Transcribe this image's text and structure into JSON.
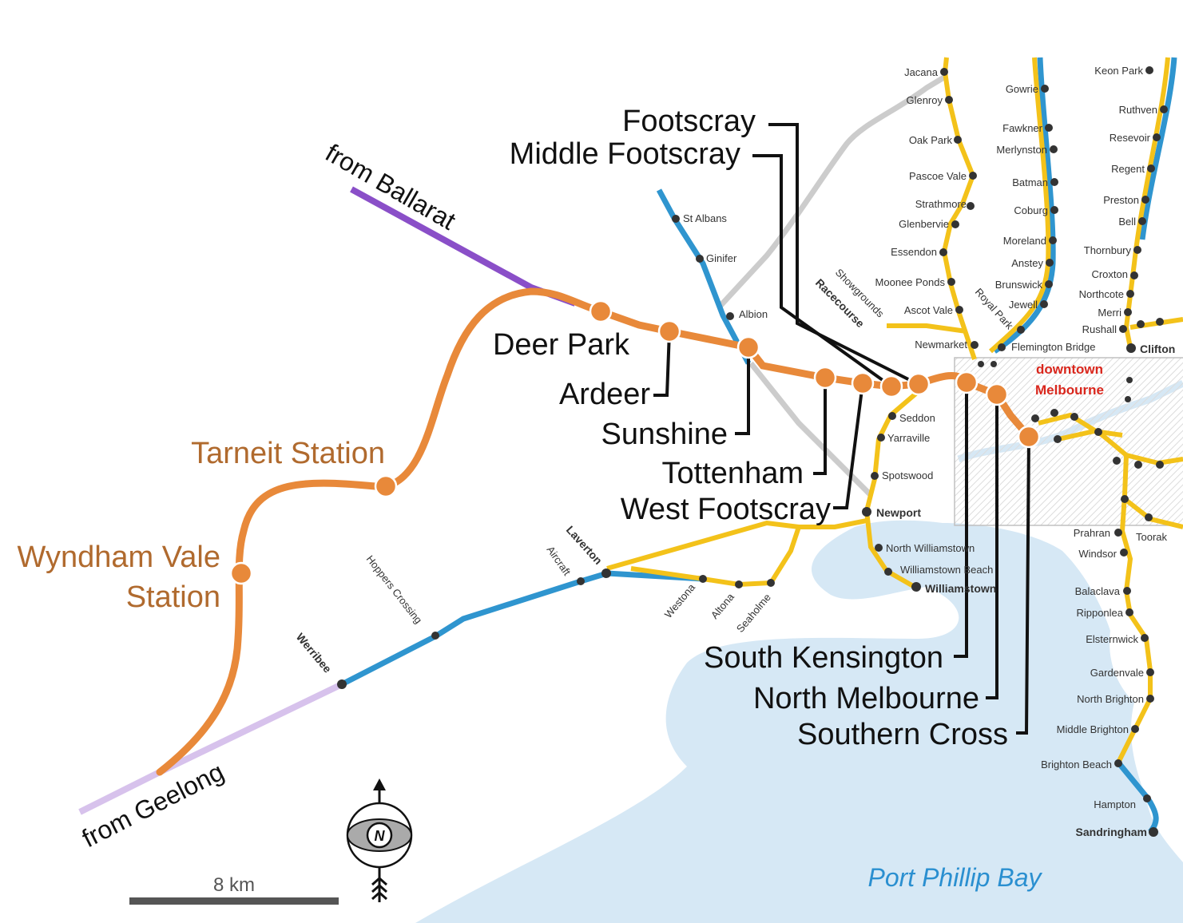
{
  "colors": {
    "tarneit_line": "#e8893a",
    "ballarat_line": "#8a4fc8",
    "geelong_line": "#d7c2ec",
    "metro_blue": "#2f95cf",
    "metro_yellow": "#f3c21a",
    "metro_grey": "#c8c8c8",
    "water": "#d6e8f5",
    "downtown_text": "#d9261c"
  },
  "labels": {
    "footscray": "Footscray",
    "middle_footscray": "Middle Footscray",
    "deer_park": "Deer Park",
    "ardeer": "Ardeer",
    "sunshine": "Sunshine",
    "tottenham": "Tottenham",
    "west_footscray": "West Footscray",
    "south_kensington": "South Kensington",
    "north_melbourne": "North Melbourne",
    "southern_cross": "Southern Cross",
    "tarneit": "Tarneit Station",
    "wyndham_vale_1": "Wyndham Vale",
    "wyndham_vale_2": "Station",
    "from_ballarat": "from Ballarat",
    "from_geelong": "from Geelong",
    "downtown_1": "downtown",
    "downtown_2": "Melbourne",
    "bay": "Port Phillip Bay",
    "scale": "8 km",
    "compass": "N"
  },
  "small_stations": {
    "jacana": "Jacana",
    "glenroy": "Glenroy",
    "oak_park": "Oak Park",
    "pascoe_vale": "Pascoe Vale",
    "strathmore": "Strathmore",
    "glenbervie": "Glenbervie",
    "essendon": "Essendon",
    "moonee_ponds": "Moonee Ponds",
    "ascot_vale": "Ascot Vale",
    "newmarket": "Newmarket",
    "showgrounds": "Showgrounds",
    "racecourse": "Racecourse",
    "royal_park": "Royal Park",
    "flemington_bridge": "Flemington Bridge",
    "gowrie": "Gowrie",
    "fawkner": "Fawkner",
    "merlynston": "Merlynston",
    "batman": "Batman",
    "coburg": "Coburg",
    "moreland": "Moreland",
    "anstey": "Anstey",
    "brunswick": "Brunswick",
    "jewell": "Jewell",
    "keon_park": "Keon Park",
    "ruthven": "Ruthven",
    "reservoir": "Resevoir",
    "regent": "Regent",
    "preston": "Preston",
    "bell": "Bell",
    "thornbury": "Thornbury",
    "croxton": "Croxton",
    "northcote": "Northcote",
    "merri": "Merri",
    "rushall": "Rushall",
    "clifton": "Clifton",
    "st_albans": "St Albans",
    "ginifer": "Ginifer",
    "albion": "Albion",
    "seddon": "Seddon",
    "yarraville": "Yarraville",
    "spotswood": "Spotswood",
    "newport": "Newport",
    "north_williamstown": "North Williamstown",
    "williamstown_beach": "Williamstown Beach",
    "williamstown": "Williamstown",
    "laverton": "Laverton",
    "aircraft": "Aircraft",
    "hoppers_crossing": "Hoppers Crossing",
    "werribee": "Werribee",
    "westona": "Westona",
    "altona": "Altona",
    "seaholme": "Seaholme",
    "prahran": "Prahran",
    "toorak": "Toorak",
    "windsor": "Windsor",
    "balaclava": "Balaclava",
    "ripponlea": "Ripponlea",
    "elsternwick": "Elsternwick",
    "gardenvale": "Gardenvale",
    "north_brighton": "North Brighton",
    "middle_brighton": "Middle Brighton",
    "brighton_beach": "Brighton Beach",
    "hampton": "Hampton",
    "sandringham": "Sandringham"
  }
}
